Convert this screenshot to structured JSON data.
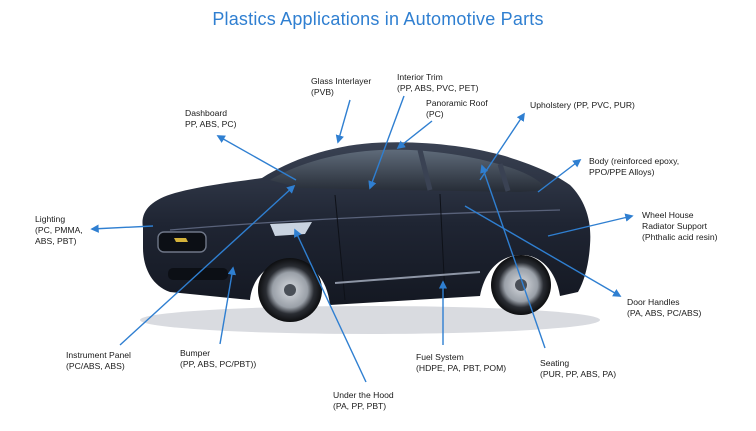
{
  "title": "Plastics Applications in Automotive Parts",
  "colors": {
    "title": "#2f7fd1",
    "arrow": "#2f7fd1",
    "car_body": "#1d2330"
  },
  "callouts": [
    {
      "id": "glass-interlayer",
      "line1": "Glass Interlayer",
      "line2": "(PVB)"
    },
    {
      "id": "interior-trim",
      "line1": "Interior  Trim",
      "line2": "(PP, ABS, PVC, PET)"
    },
    {
      "id": "panoramic-roof",
      "line1": "Panoramic Roof",
      "line2": "(PC)"
    },
    {
      "id": "upholstery",
      "line1": "Upholstery (PP, PVC, PUR)",
      "line2": ""
    },
    {
      "id": "dashboard",
      "line1": "Dashboard",
      "line2": "PP, ABS, PC)"
    },
    {
      "id": "body",
      "line1": "Body (reinforced epoxy,",
      "line2": "PPO/PPE Alloys)"
    },
    {
      "id": "wheel-house",
      "line1": "Wheel House",
      "line2": "Radiator Support",
      "line3": "(Phthalic acid resin)"
    },
    {
      "id": "lighting",
      "line1": "Lighting",
      "line2": "(PC, PMMA,",
      "line3": "ABS, PBT)"
    },
    {
      "id": "door-handles",
      "line1": "Door Handles",
      "line2": "(PA, ABS, PC/ABS)"
    },
    {
      "id": "instrument-panel",
      "line1": "Instrument Panel",
      "line2": "(PC/ABS, ABS)"
    },
    {
      "id": "bumper",
      "line1": "Bumper",
      "line2": "(PP, ABS, PC/PBT))"
    },
    {
      "id": "fuel-system",
      "line1": "Fuel System",
      "line2": "(HDPE, PA, PBT, POM)"
    },
    {
      "id": "seating",
      "line1": "Seating",
      "line2": " (PUR, PP, ABS, PA)"
    },
    {
      "id": "under-the-hood",
      "line1": "Under the Hood",
      "line2": "(PA, PP, PBT)"
    }
  ]
}
